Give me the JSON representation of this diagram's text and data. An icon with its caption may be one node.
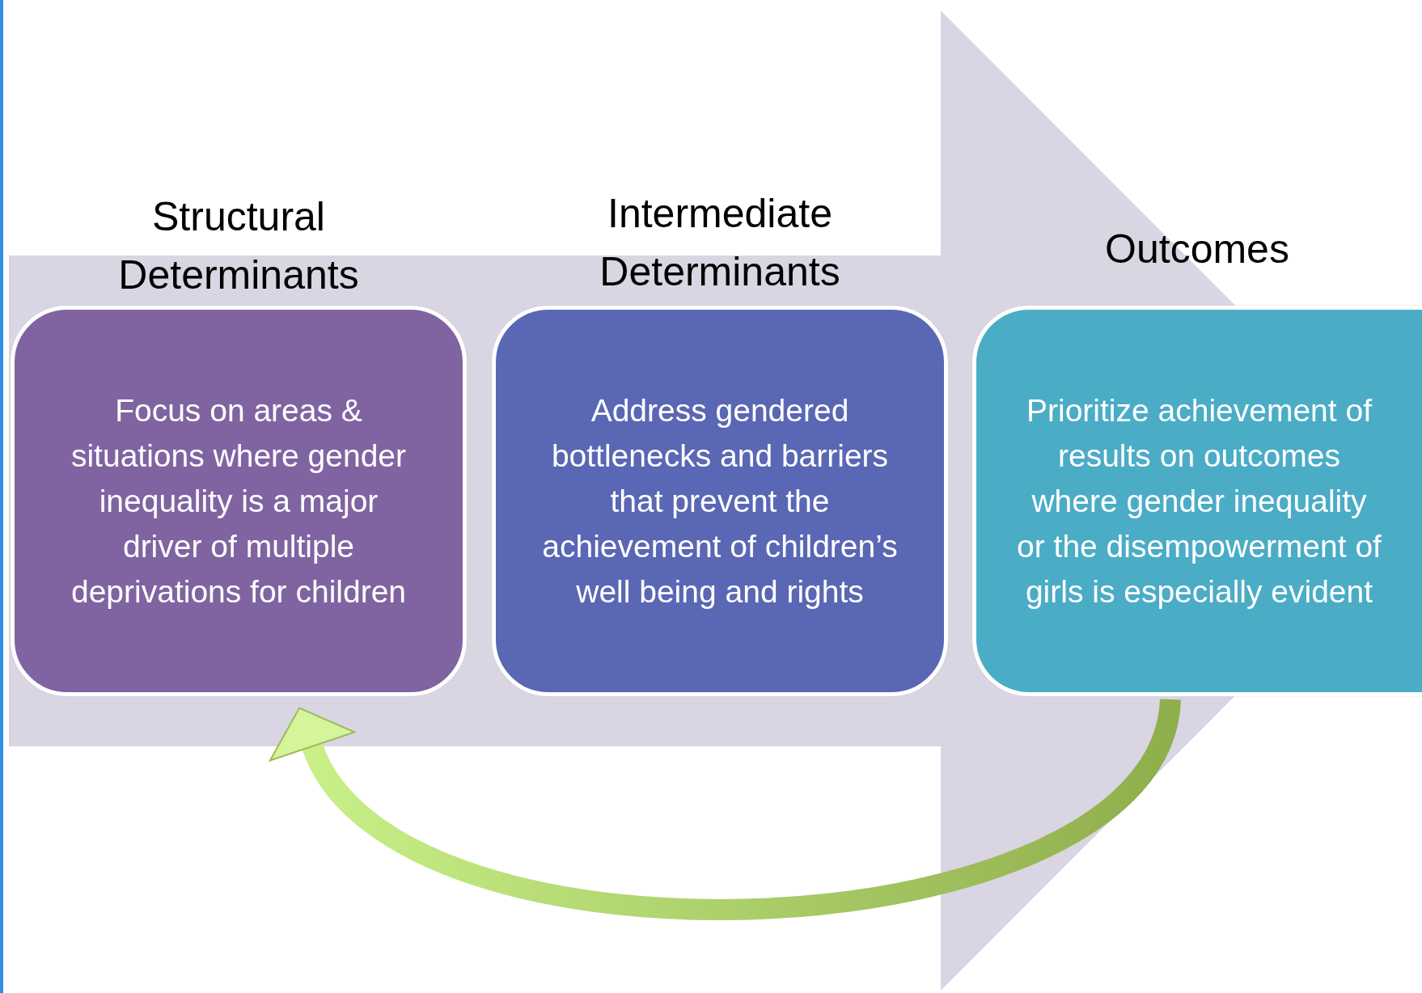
{
  "diagram": {
    "nodes": [
      {
        "text": [
          "Structural Determinants",
          "Focus on areas & situations where gender inequality is a major driver of multiple deprivations for children"
        ]
      },
      {
        "text": [
          "Intermediate Determinants",
          "Address gendered bottlenecks and barriers that prevent the achievement of children’s well being and rights"
        ]
      },
      {
        "text": [
          "Outcomes",
          "Prioritize achievement of results on outcomes where gender inequality or the disempowerment of girls is especially evident"
        ]
      }
    ],
    "edges": [
      {
        "from": 0,
        "to": 2,
        "arrow": "to",
        "style": "thick",
        "color": "#d9d5e3"
      },
      {
        "from": 2,
        "to": 0,
        "arrow": "to",
        "style": "thick",
        "color": "#9bbb59"
      }
    ]
  }
}
